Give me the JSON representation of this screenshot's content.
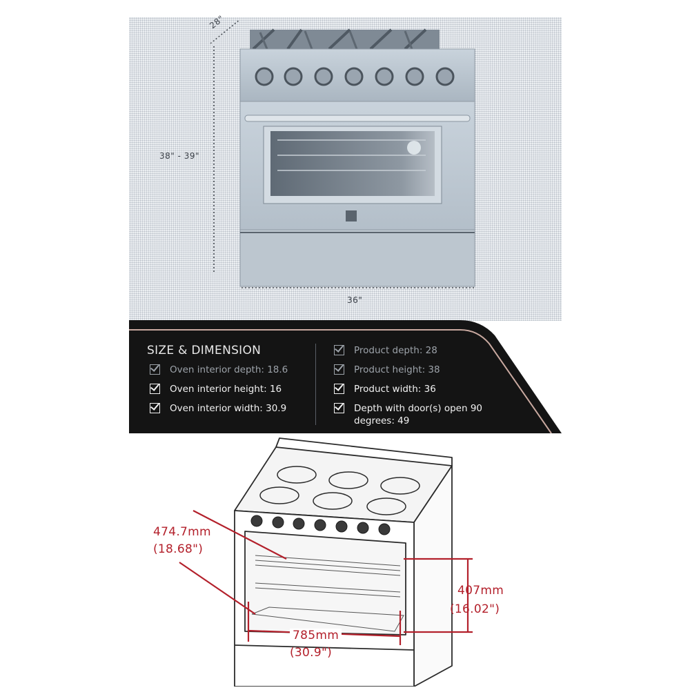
{
  "top_dimensions": {
    "depth": "28\"",
    "height": "38\" - 39\"",
    "width": "36\""
  },
  "spec_panel": {
    "title": "SIZE & DIMENSION",
    "left_items": [
      "Oven interior depth: 18.6",
      "Oven interior height: 16",
      "Oven interior width: 30.9"
    ],
    "right_items": [
      "Product depth: 28",
      "Product height: 38",
      "Product width: 36",
      "Depth with door(s) open 90 degrees: 49"
    ],
    "colors": {
      "background": "#141414",
      "accent": "#c9a9a0"
    }
  },
  "drawing_dimensions": {
    "depth_mm": "474.7mm",
    "depth_in": "(18.68\")",
    "height_mm": "407mm",
    "height_in": "(16.02\")",
    "width_mm": "785mm",
    "width_in": "(30.9\")",
    "dimension_color": "#b3202b"
  }
}
